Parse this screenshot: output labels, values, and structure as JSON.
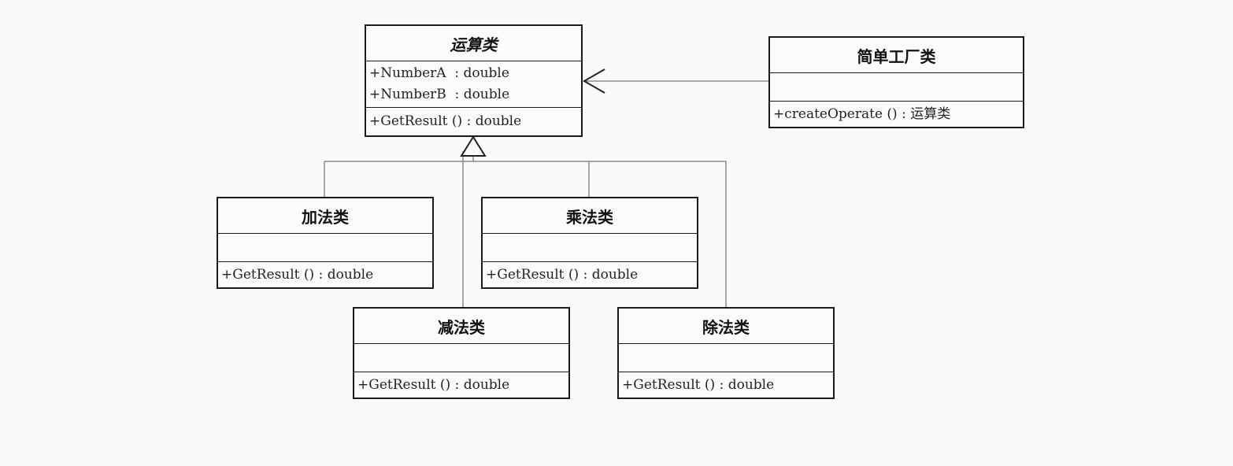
{
  "classes": {
    "operation": {
      "name": "运算类",
      "attributes": [
        "+NumberA  : double",
        "+NumberB  : double"
      ],
      "operations": [
        "+GetResult () : double"
      ]
    },
    "simple_factory": {
      "name": "简单工厂类",
      "attributes": [],
      "operations": [
        "+createOperate () : 运算类"
      ]
    },
    "add": {
      "name": "加法类",
      "operations": [
        "+GetResult () : double"
      ]
    },
    "multiply": {
      "name": "乘法类",
      "operations": [
        "+GetResult () : double"
      ]
    },
    "subtract": {
      "name": "减法类",
      "operations": [
        "+GetResult () : double"
      ]
    },
    "divide": {
      "name": "除法类",
      "operations": [
        "+GetResult () : double"
      ]
    }
  },
  "relations": [
    {
      "type": "dependency",
      "from": "简单工厂类",
      "to": "运算类"
    },
    {
      "type": "generalization",
      "from": "加法类",
      "to": "运算类"
    },
    {
      "type": "generalization",
      "from": "减法类",
      "to": "运算类"
    },
    {
      "type": "generalization",
      "from": "乘法类",
      "to": "运算类"
    },
    {
      "type": "generalization",
      "from": "除法类",
      "to": "运算类"
    }
  ],
  "colors": {
    "line": "#8a8a8a",
    "border": "#1a1a1a",
    "background": "#fafafa"
  }
}
